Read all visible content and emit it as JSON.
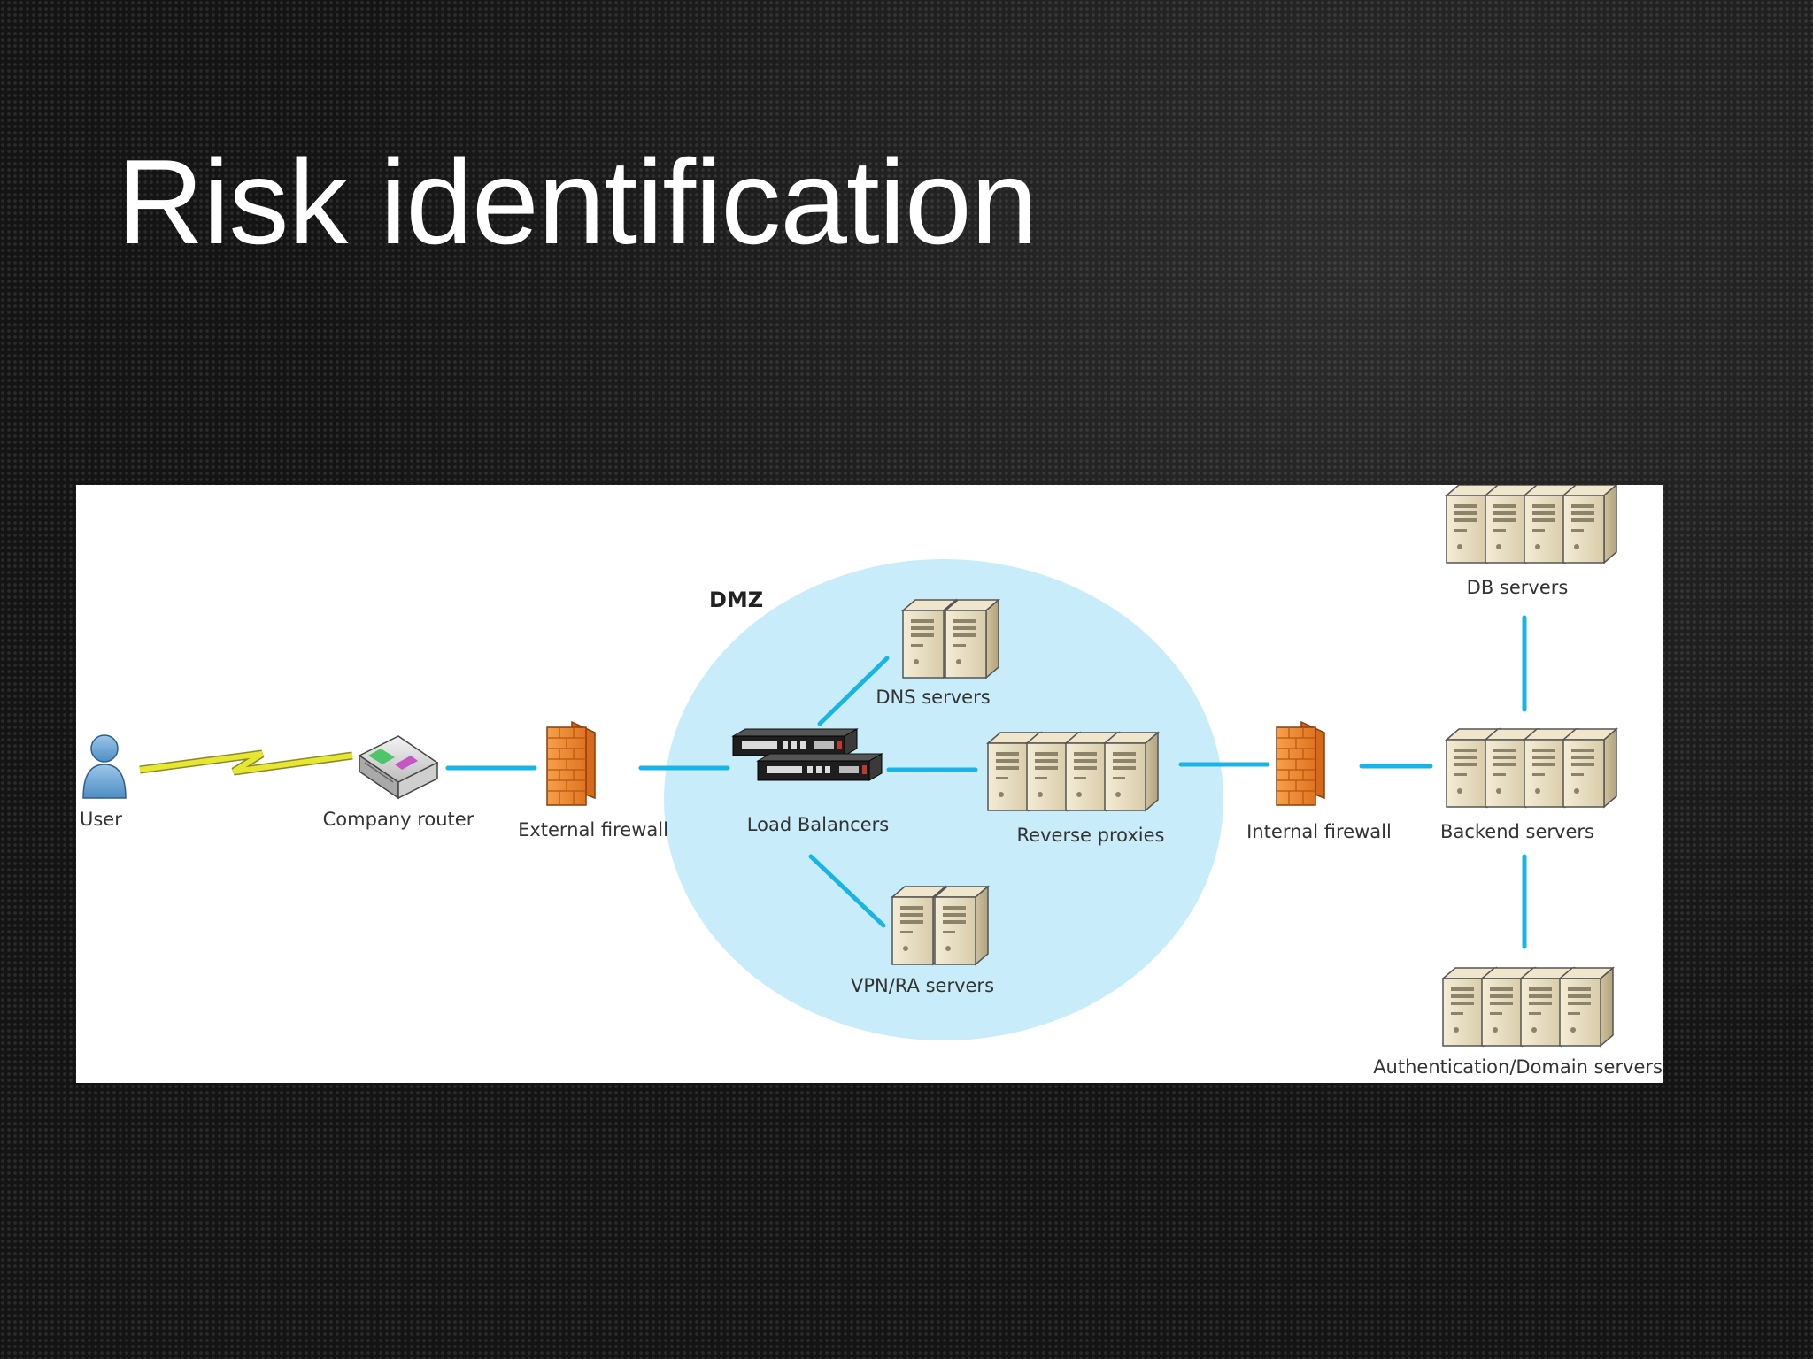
{
  "slide": {
    "title": "Risk identification"
  },
  "diagram": {
    "zone_label": "DMZ",
    "nodes": {
      "user": "User",
      "company_router": "Company router",
      "external_firewall": "External firewall",
      "load_balancers": "Load Balancers",
      "dns_servers": "DNS servers",
      "reverse_proxies": "Reverse proxies",
      "vpn_ra_servers": "VPN/RA servers",
      "internal_firewall": "Internal firewall",
      "backend_servers": "Backend servers",
      "db_servers": "DB servers",
      "auth_domain_servers": "Authentication/Domain servers"
    },
    "icons": [
      "user-icon",
      "lightning-link-icon",
      "router-icon",
      "firewall-icon",
      "load-balancer-icon",
      "server-icon"
    ],
    "colors": {
      "link": "#1ab4e4",
      "dmz_fill": "#c8ecfa",
      "firewall": "#f08a2e",
      "server": "#ece1c6",
      "user": "#6fa8d6",
      "lightning": "#e6e633"
    }
  }
}
